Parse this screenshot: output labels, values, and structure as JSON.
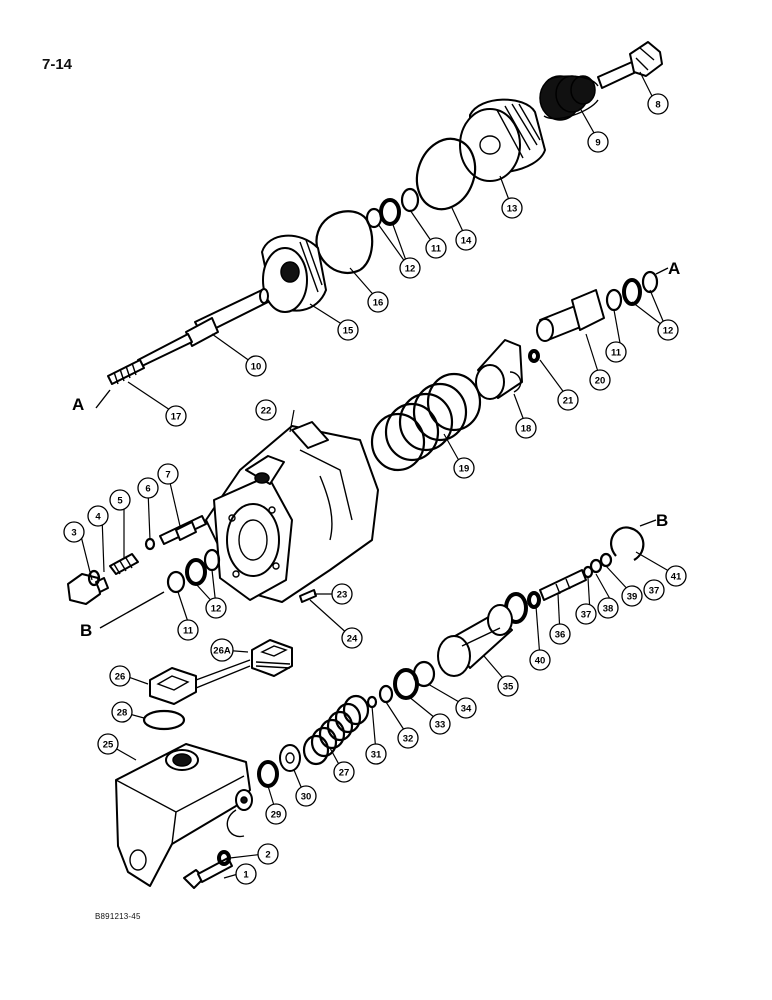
{
  "page_number": "7-14",
  "figure_code": "B891213-45",
  "section_letters": [
    "A",
    "A",
    "B",
    "B"
  ],
  "callouts": [
    "1",
    "2",
    "3",
    "4",
    "5",
    "6",
    "7",
    "8",
    "9",
    "10",
    "11",
    "11",
    "11",
    "12",
    "12",
    "12",
    "13",
    "14",
    "15",
    "16",
    "17",
    "18",
    "19",
    "20",
    "21",
    "22",
    "23",
    "24",
    "25",
    "26",
    "26A",
    "27",
    "28",
    "29",
    "30",
    "31",
    "32",
    "33",
    "34",
    "35",
    "36",
    "37",
    "37",
    "38",
    "39",
    "40",
    "41"
  ]
}
